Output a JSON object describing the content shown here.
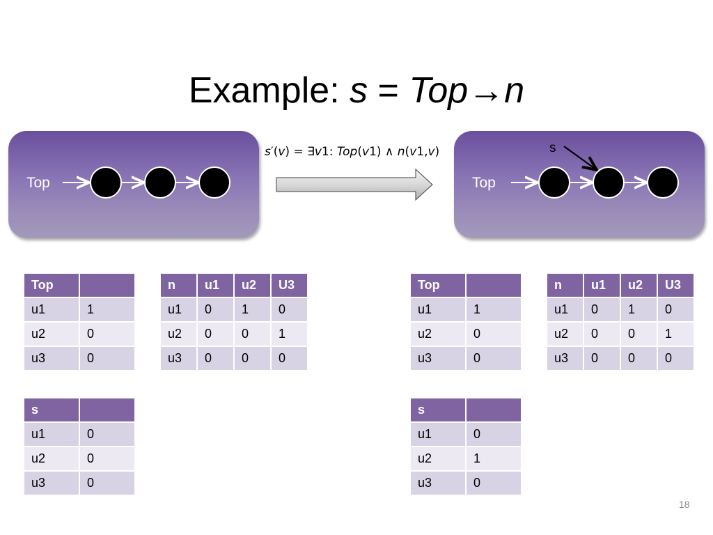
{
  "slide": {
    "title_prefix": "Example: ",
    "title_s": "s",
    "title_eq": " = ",
    "title_top": "Top",
    "title_arrow": "→",
    "title_n": "n",
    "page_number": "18"
  },
  "left_diagram": {
    "top_label": "Top"
  },
  "right_diagram": {
    "top_label": "Top",
    "s_label": "s"
  },
  "formula": {
    "s": "s",
    "prime": "′(",
    "v": "v",
    "eq": ") = ∃",
    "v1": "v",
    "rest1": "1: ",
    "top": "Top",
    "rest2": "(",
    "v1b": "v",
    "rest3": "1) ∧ ",
    "n": "n",
    "rest4": "(",
    "v1c": "v",
    "rest5": "1,",
    "v2": "v",
    "rest6": ")"
  },
  "tables": {
    "left_top": {
      "headers": [
        "Top",
        ""
      ],
      "rows": [
        [
          "u1",
          "1"
        ],
        [
          "u2",
          "0"
        ],
        [
          "u3",
          "0"
        ]
      ]
    },
    "left_n": {
      "headers": [
        "n",
        "u1",
        "u2",
        "U3"
      ],
      "rows": [
        [
          "u1",
          "0",
          "1",
          "0"
        ],
        [
          "u2",
          "0",
          "0",
          "1"
        ],
        [
          "u3",
          "0",
          "0",
          "0"
        ]
      ]
    },
    "left_s": {
      "headers": [
        "s",
        ""
      ],
      "rows": [
        [
          "u1",
          "0"
        ],
        [
          "u2",
          "0"
        ],
        [
          "u3",
          "0"
        ]
      ]
    },
    "right_top": {
      "headers": [
        "Top",
        ""
      ],
      "rows": [
        [
          "u1",
          "1"
        ],
        [
          "u2",
          "0"
        ],
        [
          "u3",
          "0"
        ]
      ]
    },
    "right_n": {
      "headers": [
        "n",
        "u1",
        "u2",
        "U3"
      ],
      "rows": [
        [
          "u1",
          "0",
          "1",
          "0"
        ],
        [
          "u2",
          "0",
          "0",
          "1"
        ],
        [
          "u3",
          "0",
          "0",
          "0"
        ]
      ]
    },
    "right_s": {
      "headers": [
        "s",
        ""
      ],
      "rows": [
        [
          "u1",
          "0"
        ],
        [
          "u2",
          "1"
        ],
        [
          "u3",
          "0"
        ]
      ]
    }
  },
  "colors": {
    "header": "#8064a2",
    "row_odd": "#d8d3e4",
    "row_even": "#ece9f2",
    "node_fill": "#000000",
    "node_stroke": "#ffffff"
  }
}
